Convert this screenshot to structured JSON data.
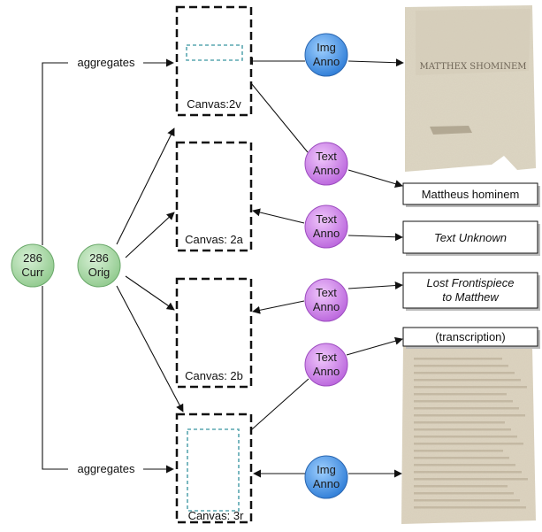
{
  "nodes": {
    "curr": {
      "lines": [
        "286",
        "Curr"
      ],
      "color": "#a8d8a8"
    },
    "orig": {
      "lines": [
        "286",
        "Orig"
      ],
      "color": "#a8d8a8"
    }
  },
  "aggregates_top": "aggregates",
  "aggregates_bottom": "aggregates",
  "canvases": {
    "c2v": "Canvas:2v",
    "c2a": "Canvas: 2a",
    "c2b": "Canvas: 2b",
    "c3r": "Canvas: 3r"
  },
  "annos": {
    "img_top": {
      "lines": [
        "Img",
        "Anno"
      ],
      "color": "#3d8fe0"
    },
    "text_1": {
      "lines": [
        "Text",
        "Anno"
      ],
      "color": "#cc77e6"
    },
    "text_2": {
      "lines": [
        "Text",
        "Anno"
      ],
      "color": "#cc77e6"
    },
    "text_3": {
      "lines": [
        "Text",
        "Anno"
      ],
      "color": "#cc77e6"
    },
    "text_4": {
      "lines": [
        "Text",
        "Anno"
      ],
      "color": "#cc77e6"
    },
    "img_bottom": {
      "lines": [
        "Img",
        "Anno"
      ],
      "color": "#3d8fe0"
    }
  },
  "text_boxes": {
    "mattheus": "Mattheus hominem",
    "unknown": "Text Unknown",
    "lost_1": "Lost Frontispiece",
    "lost_2": "to Matthew",
    "transcription": "(transcription)"
  },
  "images": {
    "top_caption": "MATTHEX SHOMINEM"
  }
}
